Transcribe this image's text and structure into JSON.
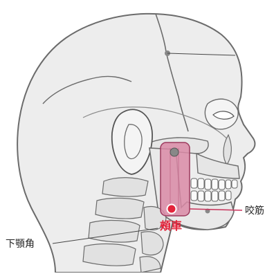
{
  "labels": {
    "masseter": "咬筋",
    "mandible_angle": "下顎角",
    "acupoint": "頰車"
  },
  "colors": {
    "skull_fill": "#ededed",
    "skull_line": "#6b6b6b",
    "muscle_fill": "#d98aa6",
    "muscle_stroke": "#9c3a5e",
    "acupoint_red": "#e3243b",
    "acupoint_gray": "#888888",
    "leader_line": "#c8325a"
  },
  "icons": [
    "skull-profile-illustration",
    "masseter-muscle-highlight",
    "acupoint-marker"
  ]
}
